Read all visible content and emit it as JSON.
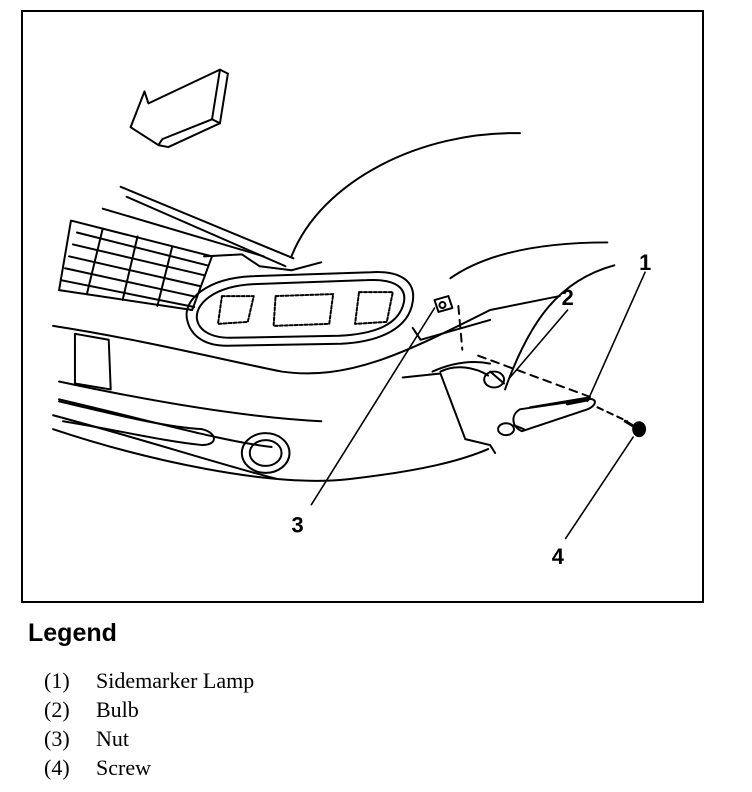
{
  "callouts": {
    "c1": "1",
    "c2": "2",
    "c3": "3",
    "c4": "4"
  },
  "legend": {
    "title": "Legend",
    "items": [
      {
        "number": "(1)",
        "label": "Sidemarker Lamp"
      },
      {
        "number": "(2)",
        "label": "Bulb"
      },
      {
        "number": "(3)",
        "label": "Nut"
      },
      {
        "number": "(4)",
        "label": "Screw"
      }
    ]
  }
}
